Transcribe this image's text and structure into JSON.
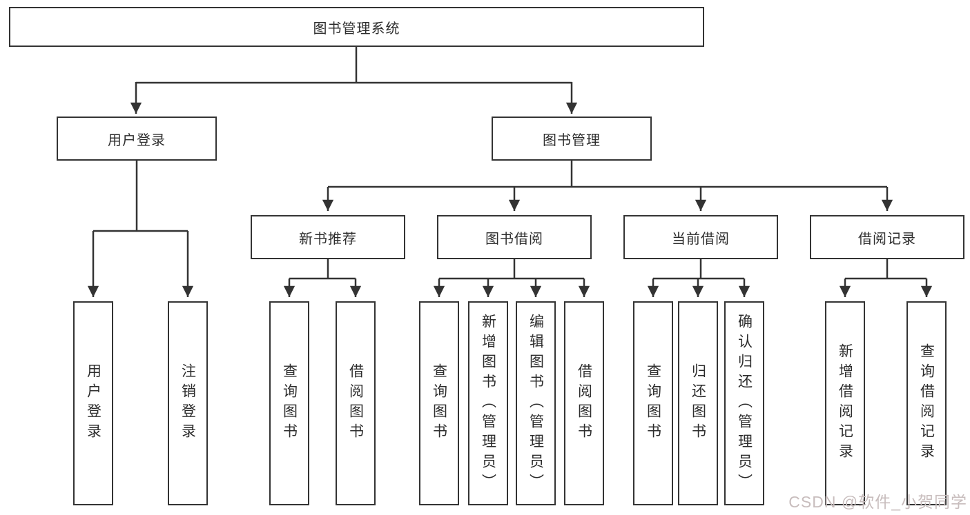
{
  "diagram": {
    "title": "图书管理系统",
    "colors": {
      "line": "#333333",
      "box_border": "#333333",
      "text": "#2d2d2d",
      "watermark": "#c8bdbd"
    },
    "level2": [
      {
        "label": "用户登录"
      },
      {
        "label": "图书管理"
      }
    ],
    "level3": [
      {
        "label": "新书推荐"
      },
      {
        "label": "图书借阅"
      },
      {
        "label": "当前借阅"
      },
      {
        "label": "借阅记录"
      }
    ],
    "leaves": {
      "user_login": [
        "用户登录",
        "注销登录"
      ],
      "new_book_rec": [
        "查询图书",
        "借阅图书"
      ],
      "book_borrow": [
        "查询图书",
        "新增图书（管理员）",
        "编辑图书（管理员）",
        "借阅图书"
      ],
      "current_borrow": [
        "查询图书",
        "归还图书",
        "确认归还（管理员）"
      ],
      "borrow_records": [
        "新增借阅记录",
        "查询借阅记录"
      ]
    },
    "watermark": "CSDN @软件_小贺同学"
  }
}
